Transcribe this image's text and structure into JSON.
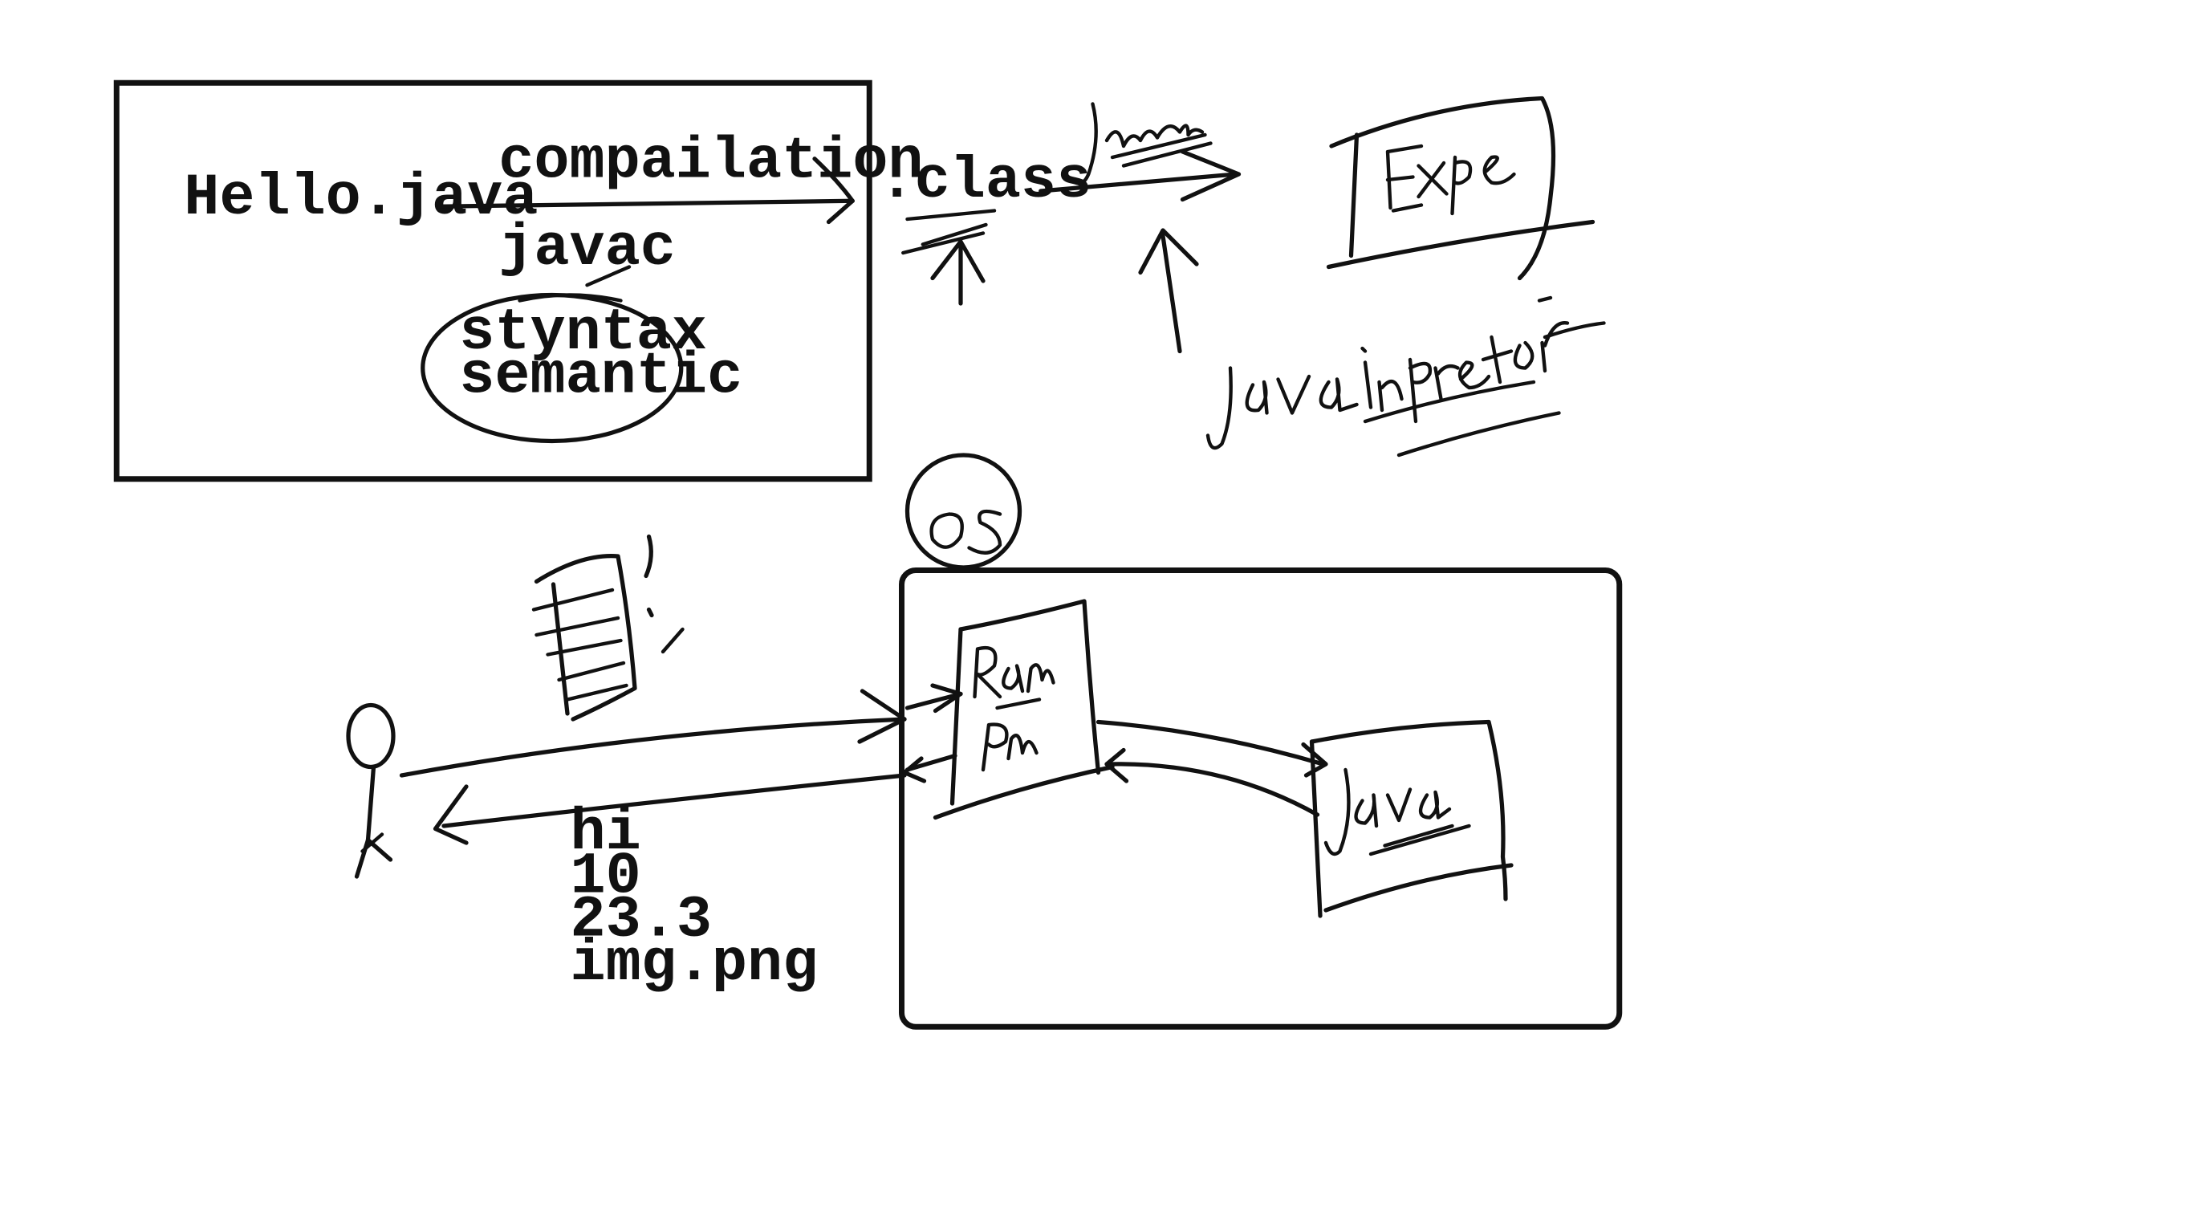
{
  "compile_box": {
    "source_file": "Hello.java",
    "arrow_label_top": "compailation",
    "arrow_label_bottom": "javac",
    "checks": [
      "styntax",
      "semantic"
    ]
  },
  "output_file": ".class",
  "user_inputs": [
    "hi",
    "10",
    "23.3",
    "img.png"
  ],
  "colors": {
    "ink": "#111111",
    "background": "#ffffff"
  }
}
